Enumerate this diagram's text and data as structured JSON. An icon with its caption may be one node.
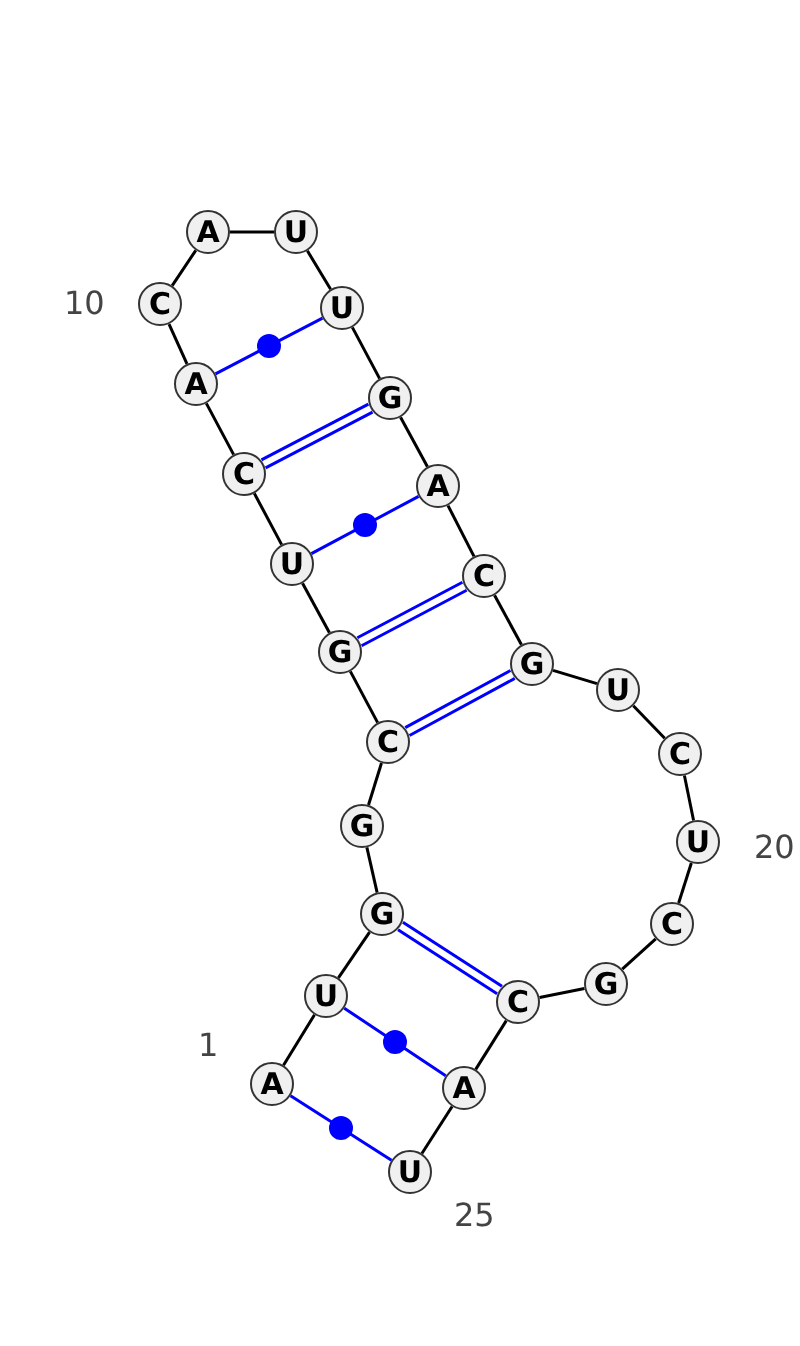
{
  "diagram": {
    "nodes": [
      {
        "text": [
          "A"
        ],
        "beside": [
          "1"
        ]
      },
      {
        "text": [
          "U"
        ]
      },
      {
        "text": [
          "G"
        ]
      },
      {
        "text": [
          "G"
        ]
      },
      {
        "text": [
          "C"
        ]
      },
      {
        "text": [
          "G"
        ]
      },
      {
        "text": [
          "U"
        ]
      },
      {
        "text": [
          "C"
        ]
      },
      {
        "text": [
          "A"
        ]
      },
      {
        "text": [
          "C"
        ],
        "beside": [
          "10"
        ]
      },
      {
        "text": [
          "A"
        ]
      },
      {
        "text": [
          "U"
        ]
      },
      {
        "text": [
          "U"
        ]
      },
      {
        "text": [
          "G"
        ]
      },
      {
        "text": [
          "A"
        ]
      },
      {
        "text": [
          "C"
        ]
      },
      {
        "text": [
          "G"
        ]
      },
      {
        "text": [
          "U"
        ]
      },
      {
        "text": [
          "C"
        ]
      },
      {
        "text": [
          "U"
        ],
        "beside": [
          "20"
        ]
      },
      {
        "text": [
          "C"
        ]
      },
      {
        "text": [
          "G"
        ]
      },
      {
        "text": [
          "C"
        ]
      },
      {
        "text": [
          "A"
        ]
      },
      {
        "text": [
          "U"
        ],
        "beside": [
          "25"
        ]
      }
    ],
    "edges": [
      {
        "from": 0,
        "to": 1,
        "arrow": "none"
      },
      {
        "from": 1,
        "to": 2,
        "arrow": "none"
      },
      {
        "from": 2,
        "to": 3,
        "arrow": "none"
      },
      {
        "from": 3,
        "to": 4,
        "arrow": "none"
      },
      {
        "from": 4,
        "to": 5,
        "arrow": "none"
      },
      {
        "from": 5,
        "to": 6,
        "arrow": "none"
      },
      {
        "from": 6,
        "to": 7,
        "arrow": "none"
      },
      {
        "from": 7,
        "to": 8,
        "arrow": "none"
      },
      {
        "from": 8,
        "to": 9,
        "arrow": "none"
      },
      {
        "from": 9,
        "to": 10,
        "arrow": "none"
      },
      {
        "from": 10,
        "to": 11,
        "arrow": "none"
      },
      {
        "from": 11,
        "to": 12,
        "arrow": "none"
      },
      {
        "from": 12,
        "to": 13,
        "arrow": "none"
      },
      {
        "from": 13,
        "to": 14,
        "arrow": "none"
      },
      {
        "from": 14,
        "to": 15,
        "arrow": "none"
      },
      {
        "from": 15,
        "to": 16,
        "arrow": "none"
      },
      {
        "from": 16,
        "to": 17,
        "arrow": "none"
      },
      {
        "from": 17,
        "to": 18,
        "arrow": "none"
      },
      {
        "from": 18,
        "to": 19,
        "arrow": "none"
      },
      {
        "from": 19,
        "to": 20,
        "arrow": "none"
      },
      {
        "from": 20,
        "to": 21,
        "arrow": "none"
      },
      {
        "from": 21,
        "to": 22,
        "arrow": "none"
      },
      {
        "from": 22,
        "to": 23,
        "arrow": "none"
      },
      {
        "from": 23,
        "to": 24,
        "arrow": "none"
      },
      {
        "from": 0,
        "to": 24,
        "arrow": "none",
        "color": "#0000ff"
      },
      {
        "from": 1,
        "to": 23,
        "arrow": "none",
        "color": "#0000ff"
      },
      {
        "from": 2,
        "to": 22,
        "arrow": "none",
        "style": "thick",
        "color": "#0000ff"
      },
      {
        "from": 4,
        "to": 16,
        "arrow": "none",
        "style": "thick",
        "color": "#0000ff"
      },
      {
        "from": 5,
        "to": 15,
        "arrow": "none",
        "style": "thick",
        "color": "#0000ff"
      },
      {
        "from": 6,
        "to": 14,
        "arrow": "none",
        "color": "#0000ff"
      },
      {
        "from": 7,
        "to": 13,
        "arrow": "none",
        "style": "thick",
        "color": "#0000ff"
      },
      {
        "from": 8,
        "to": 12,
        "arrow": "none",
        "color": "#0000ff"
      }
    ]
  }
}
